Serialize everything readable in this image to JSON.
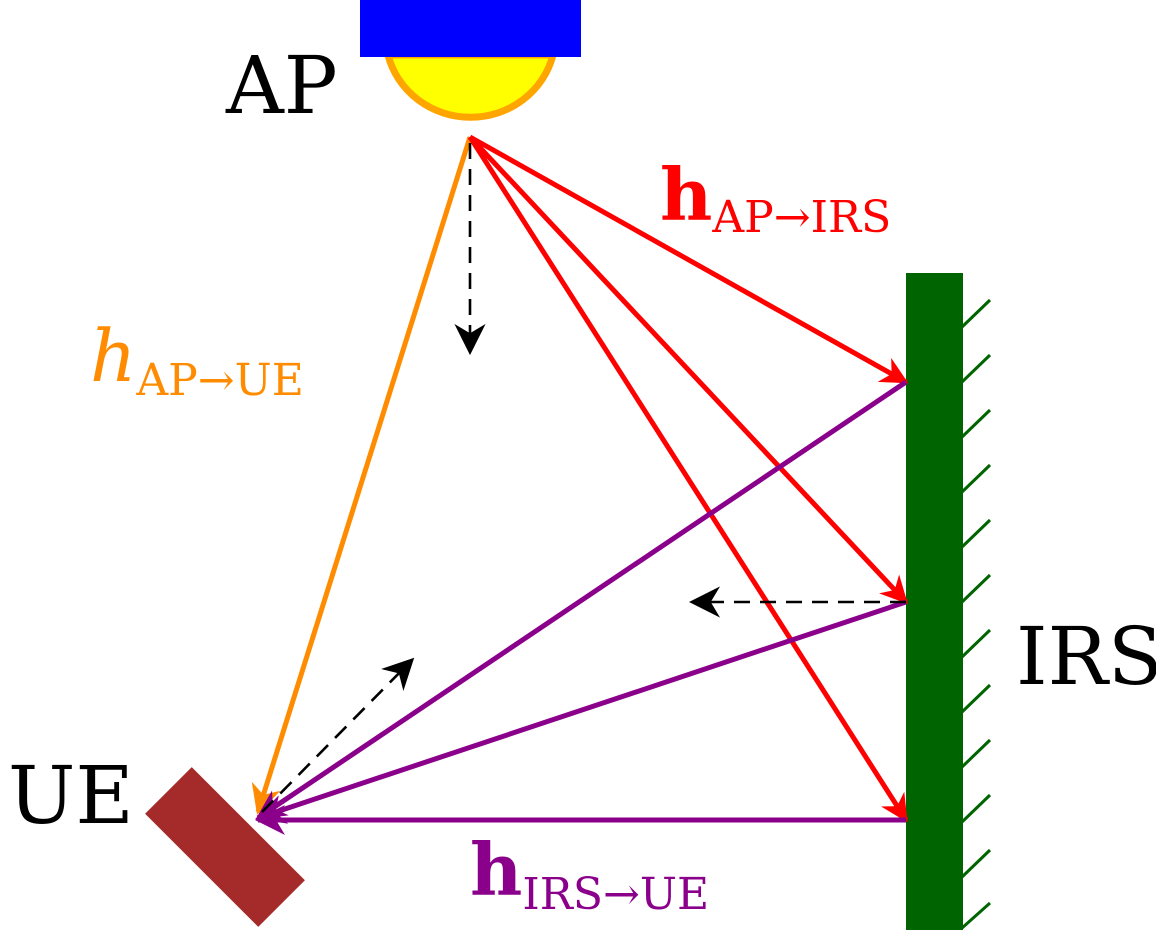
{
  "labels": {
    "ap": "AP",
    "ue": "UE",
    "irs": "IRS"
  },
  "channels": {
    "ap_irs": {
      "symbol": "h",
      "subscript": "AP→IRS",
      "color": "#ff0000"
    },
    "ap_ue": {
      "symbol": "h",
      "subscript": "AP→UE",
      "color": "#ff8c00"
    },
    "irs_ue": {
      "symbol": "h",
      "subscript": "IRS→UE",
      "color": "#8b008b"
    }
  },
  "colors": {
    "ap_base": "#0000ff",
    "ap_dome": "#ffff00",
    "ap_dome_outline": "#ffa500",
    "irs_panel": "#006400",
    "ue_device": "#a52a2a",
    "dashed_arrows": "#000000"
  }
}
